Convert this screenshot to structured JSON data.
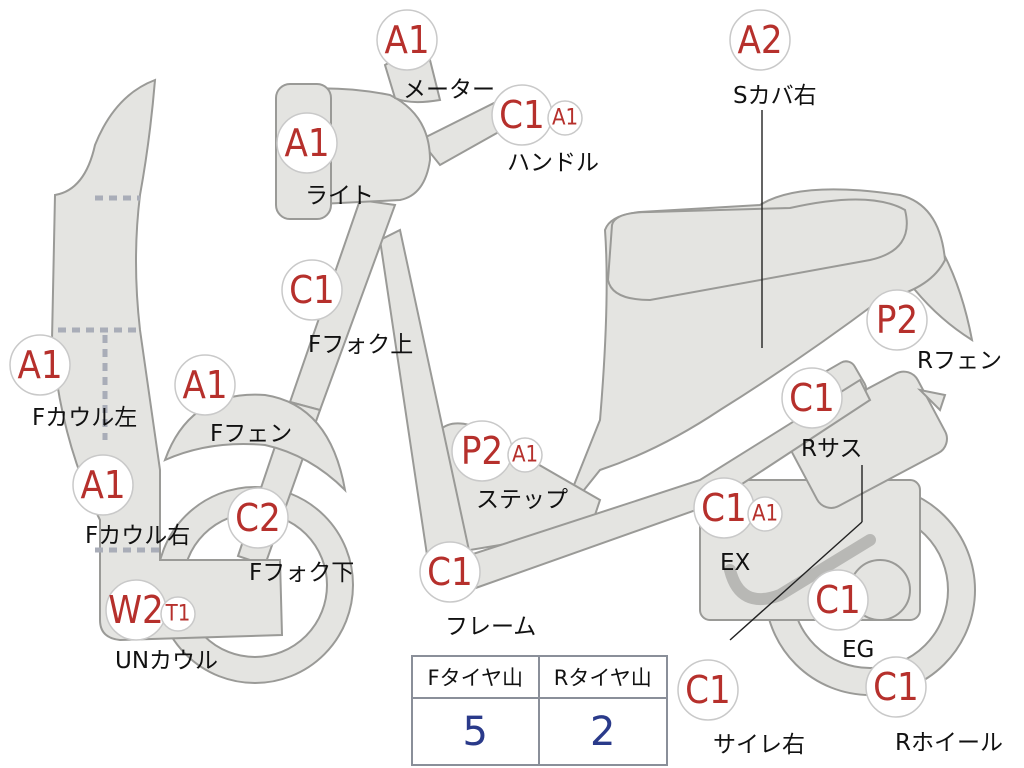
{
  "parts": [
    {
      "id": "meter",
      "grade": "A1",
      "label": "メーター"
    },
    {
      "id": "light",
      "grade": "A1",
      "label": "ライト"
    },
    {
      "id": "handle",
      "grade": "C1",
      "sub_grade": "A1",
      "label": "ハンドル"
    },
    {
      "id": "s-cover-right",
      "grade": "A2",
      "label": "Sカバ右"
    },
    {
      "id": "f-fork-upper",
      "grade": "C1",
      "label": "Fフォク上"
    },
    {
      "id": "r-fender",
      "grade": "P2",
      "label": "Rフェン"
    },
    {
      "id": "f-cowl-left",
      "grade": "A1",
      "label": "Fカウル左"
    },
    {
      "id": "f-fender",
      "grade": "A1",
      "label": "Fフェン"
    },
    {
      "id": "r-suspension",
      "grade": "C1",
      "label": "Rサス"
    },
    {
      "id": "step",
      "grade": "P2",
      "sub_grade": "A1",
      "label": "ステップ"
    },
    {
      "id": "f-cowl-right",
      "grade": "A1",
      "label": "Fカウル右"
    },
    {
      "id": "f-fork-lower",
      "grade": "C2",
      "label": "Fフォク下"
    },
    {
      "id": "exhaust",
      "grade": "C1",
      "sub_grade": "A1",
      "label": "EX"
    },
    {
      "id": "frame",
      "grade": "C1",
      "label": "フレーム"
    },
    {
      "id": "engine",
      "grade": "C1",
      "label": "EG"
    },
    {
      "id": "under-cowl",
      "grade": "W2",
      "sub_grade": "T1",
      "label": "UNカウル"
    },
    {
      "id": "r-wheel",
      "grade": "C1",
      "label": "Rホイール"
    },
    {
      "id": "silencer-right",
      "grade": "C1",
      "label": "サイレ右"
    }
  ],
  "tread_table": {
    "front_header": "Fタイヤ山",
    "rear_header": "Rタイヤ山",
    "front_value": "5",
    "rear_value": "2"
  }
}
